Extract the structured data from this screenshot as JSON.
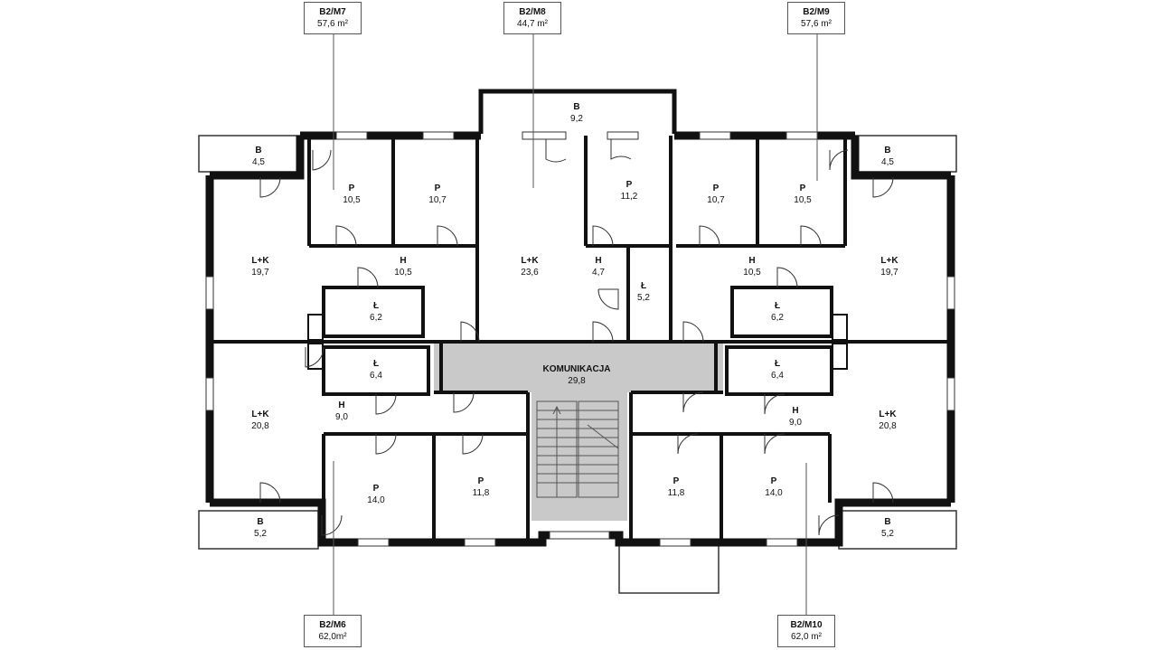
{
  "apartments": [
    {
      "code": "B2/M7",
      "area": "57,6 m²"
    },
    {
      "code": "B2/M8",
      "area": "44,7 m²"
    },
    {
      "code": "B2/M9",
      "area": "57,6 m²"
    },
    {
      "code": "B2/M6",
      "area": "62,0m²"
    },
    {
      "code": "B2/M10",
      "area": "62,0 m²"
    }
  ],
  "rooms": [
    {
      "name": "B",
      "area": "9,2"
    },
    {
      "name": "B",
      "area": "4,5"
    },
    {
      "name": "B",
      "area": "4,5"
    },
    {
      "name": "P",
      "area": "10,5"
    },
    {
      "name": "P",
      "area": "10,7"
    },
    {
      "name": "P",
      "area": "11,2"
    },
    {
      "name": "P",
      "area": "10,7"
    },
    {
      "name": "P",
      "area": "10,5"
    },
    {
      "name": "L+K",
      "area": "19,7"
    },
    {
      "name": "H",
      "area": "10,5"
    },
    {
      "name": "L+K",
      "area": "23,6"
    },
    {
      "name": "H",
      "area": "4,7"
    },
    {
      "name": "Ł",
      "area": "5,2"
    },
    {
      "name": "H",
      "area": "10,5"
    },
    {
      "name": "L+K",
      "area": "19,7"
    },
    {
      "name": "Ł",
      "area": "6,2"
    },
    {
      "name": "Ł",
      "area": "6,2"
    },
    {
      "name": "KOMUNIKACJA",
      "area": "29,8"
    },
    {
      "name": "Ł",
      "area": "6,4"
    },
    {
      "name": "Ł",
      "area": "6,4"
    },
    {
      "name": "L+K",
      "area": "20,8"
    },
    {
      "name": "H",
      "area": "9,0"
    },
    {
      "name": "H",
      "area": "9,0"
    },
    {
      "name": "L+K",
      "area": "20,8"
    },
    {
      "name": "P",
      "area": "14,0"
    },
    {
      "name": "P",
      "area": "11,8"
    },
    {
      "name": "P",
      "area": "11,8"
    },
    {
      "name": "P",
      "area": "14,0"
    },
    {
      "name": "B",
      "area": "5,2"
    },
    {
      "name": "B",
      "area": "5,2"
    }
  ]
}
